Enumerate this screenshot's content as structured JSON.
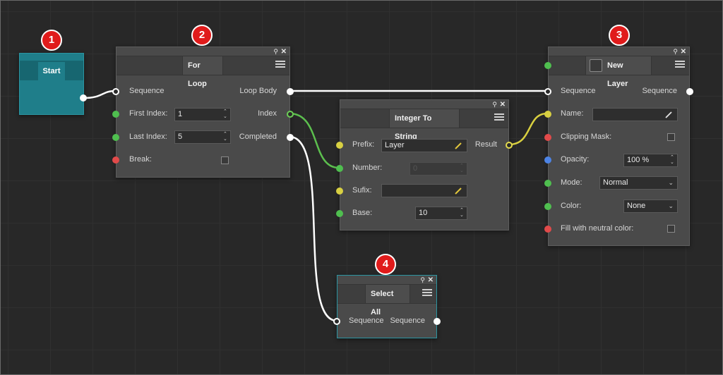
{
  "badges": [
    "1",
    "2",
    "3",
    "4"
  ],
  "start_node": {
    "title": "Start"
  },
  "for_loop": {
    "title": "For Loop",
    "inputs": {
      "sequence": "Sequence",
      "first_index": "First Index:",
      "last_index": "Last Index:",
      "break": "Break:"
    },
    "outputs": {
      "loop_body": "Loop Body",
      "index": "Index",
      "completed": "Completed"
    },
    "first_index_value": "1",
    "last_index_value": "5",
    "break_checked": false
  },
  "int_to_string": {
    "title": "Integer To String",
    "prefix_label": "Prefix:",
    "prefix_value": "Layer",
    "number_label": "Number:",
    "number_value": "0",
    "sufix_label": "Sufix:",
    "sufix_value": "",
    "base_label": "Base:",
    "base_value": "10",
    "result_label": "Result"
  },
  "new_layer": {
    "title": "New Layer",
    "sequence_in": "Sequence",
    "sequence_out": "Sequence",
    "name_label": "Name:",
    "name_value": "",
    "clipping_label": "Clipping Mask:",
    "clipping_checked": false,
    "opacity_label": "Opacity:",
    "opacity_value": "100 %",
    "mode_label": "Mode:",
    "mode_value": "Normal",
    "color_label": "Color:",
    "color_value": "None",
    "neutral_label": "Fill with neutral color:",
    "neutral_checked": false
  },
  "select_all": {
    "title": "Select All",
    "sequence_in": "Sequence",
    "sequence_out": "Sequence"
  },
  "colors": {
    "start_node": "#1f7e8a",
    "badge": "#e01b1b",
    "green_wire": "#5cbf4e",
    "yellow_wire": "#d9d040",
    "white_wire": "#ffffff"
  }
}
